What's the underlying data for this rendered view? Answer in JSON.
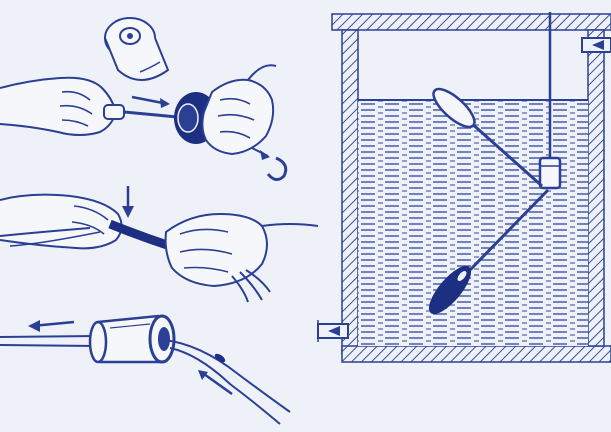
{
  "colors": {
    "paper": "#eef2f8",
    "ink": "#2b3f95",
    "ink_dark": "#1d2f82",
    "water_stroke": "#5566aa",
    "cap_fill": "#f6f7fb",
    "hatch": "#3a4d9c"
  },
  "figure": {
    "panels": [
      {
        "name": "cap-removal",
        "steps": [
          "cap-unscrewed",
          "screwdriver-push",
          "hook-removed"
        ]
      },
      {
        "name": "cable-stripping",
        "steps": [
          "cut-point-marked",
          "sheath-pulled"
        ]
      },
      {
        "name": "cable-insertion",
        "steps": [
          "cable-fed",
          "sleeve-fitted"
        ]
      },
      {
        "name": "float-switch-tank",
        "elements": [
          "tank-wall",
          "water",
          "float-switch-up",
          "float-switch-down",
          "suspension-cable",
          "inlet-marker",
          "outlet-marker"
        ]
      }
    ],
    "icons": [
      "hand-icon",
      "screwdriver-icon",
      "cap-icon",
      "hook-icon",
      "cable-icon",
      "sleeve-icon",
      "arrow-icon",
      "float-switch-icon",
      "tank-icon"
    ]
  }
}
